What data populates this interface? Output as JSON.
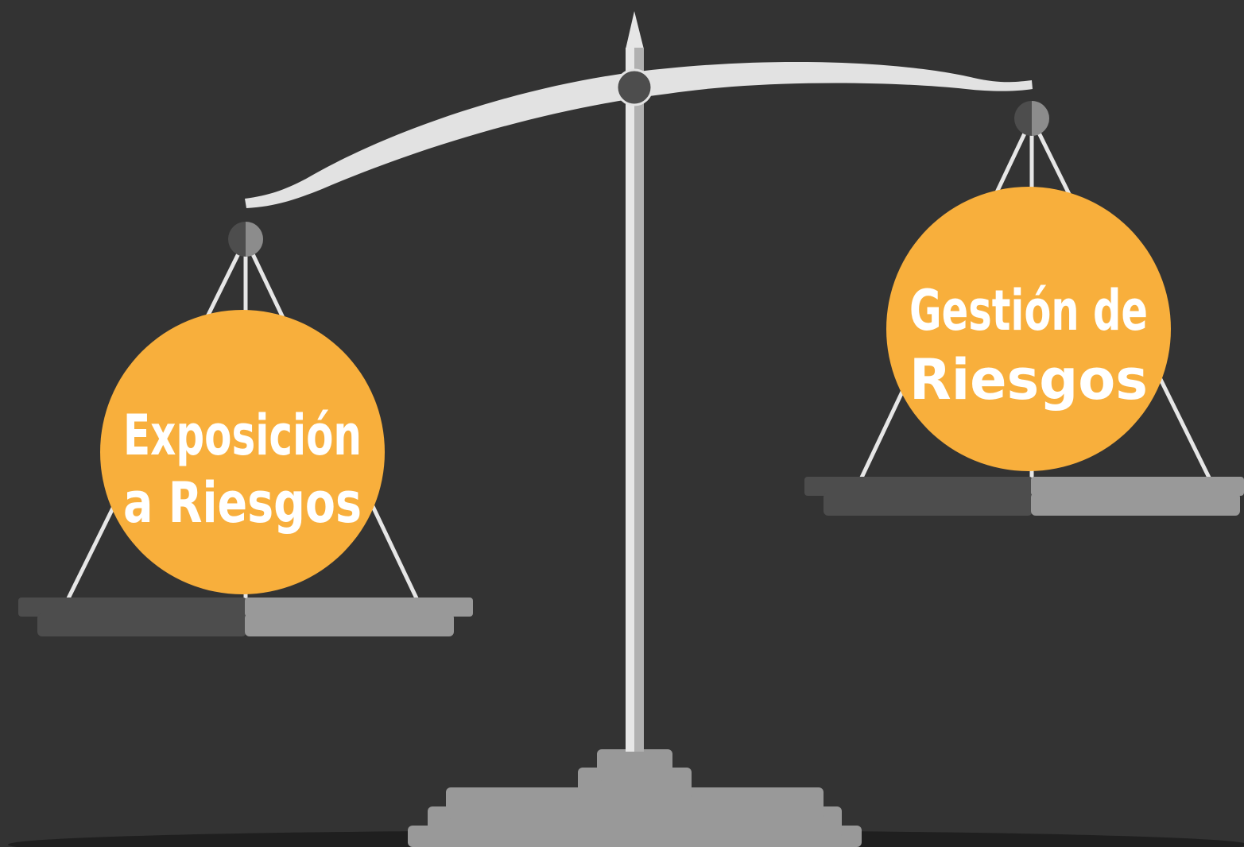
{
  "colors": {
    "background": "#333333",
    "weight": "#F8AF3C",
    "label": "#FFFFFF",
    "beam": "#E2E2E2",
    "metal_light": "#999999",
    "metal_dark": "#4D4D4D",
    "ground_shadow": "#1F1F1F"
  },
  "scale": {
    "left_weight": {
      "line1": "Exposición",
      "line2": "a Riesgos"
    },
    "right_weight": {
      "line1": "Gestión de",
      "line2": "Riesgos"
    }
  }
}
